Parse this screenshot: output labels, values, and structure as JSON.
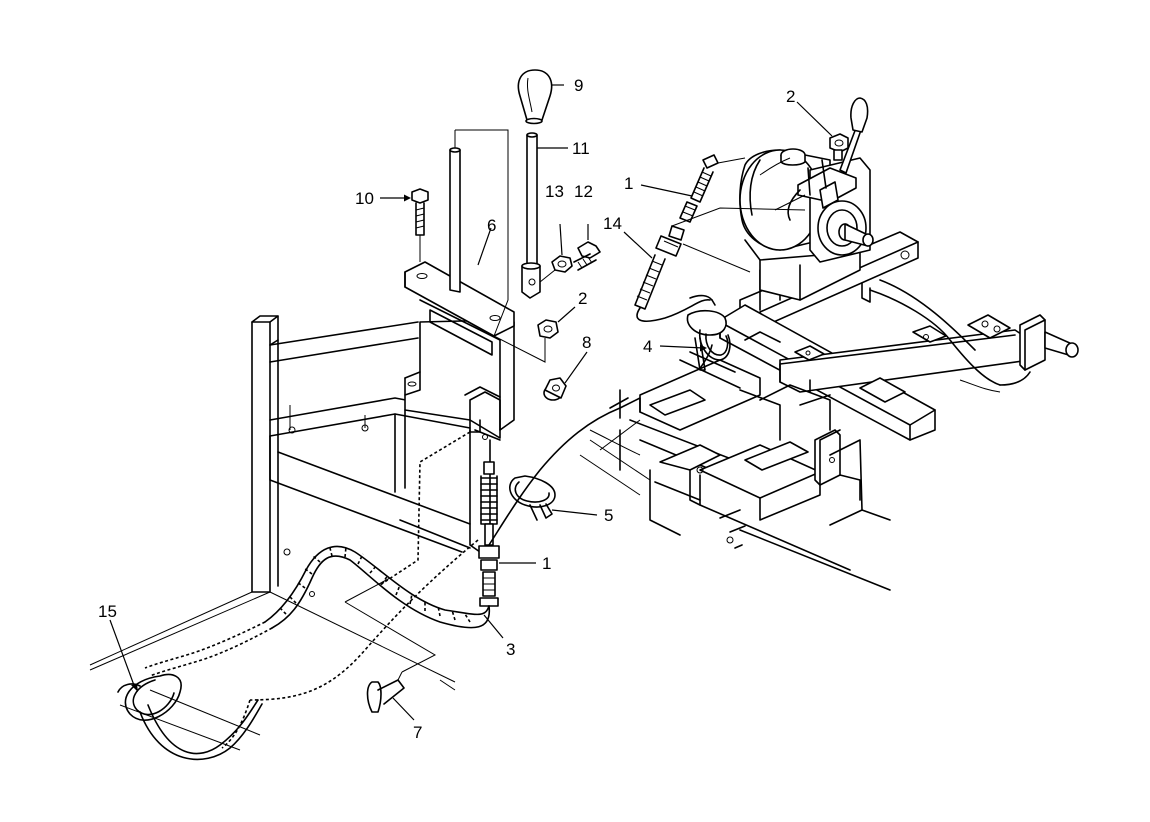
{
  "diagram": {
    "colors": {
      "line": "#000000",
      "background": "#ffffff"
    },
    "callouts": [
      {
        "id": "c1a",
        "label": "1"
      },
      {
        "id": "c1b",
        "label": "1"
      },
      {
        "id": "c2a",
        "label": "2"
      },
      {
        "id": "c2b",
        "label": "2"
      },
      {
        "id": "c3",
        "label": "3"
      },
      {
        "id": "c4",
        "label": "4"
      },
      {
        "id": "c5",
        "label": "5"
      },
      {
        "id": "c6",
        "label": "6"
      },
      {
        "id": "c7",
        "label": "7"
      },
      {
        "id": "c8",
        "label": "8"
      },
      {
        "id": "c9",
        "label": "9"
      },
      {
        "id": "c10",
        "label": "10"
      },
      {
        "id": "c11",
        "label": "11"
      },
      {
        "id": "c12",
        "label": "12"
      },
      {
        "id": "c13",
        "label": "13"
      },
      {
        "id": "c14",
        "label": "14"
      },
      {
        "id": "c15",
        "label": "15"
      }
    ]
  }
}
